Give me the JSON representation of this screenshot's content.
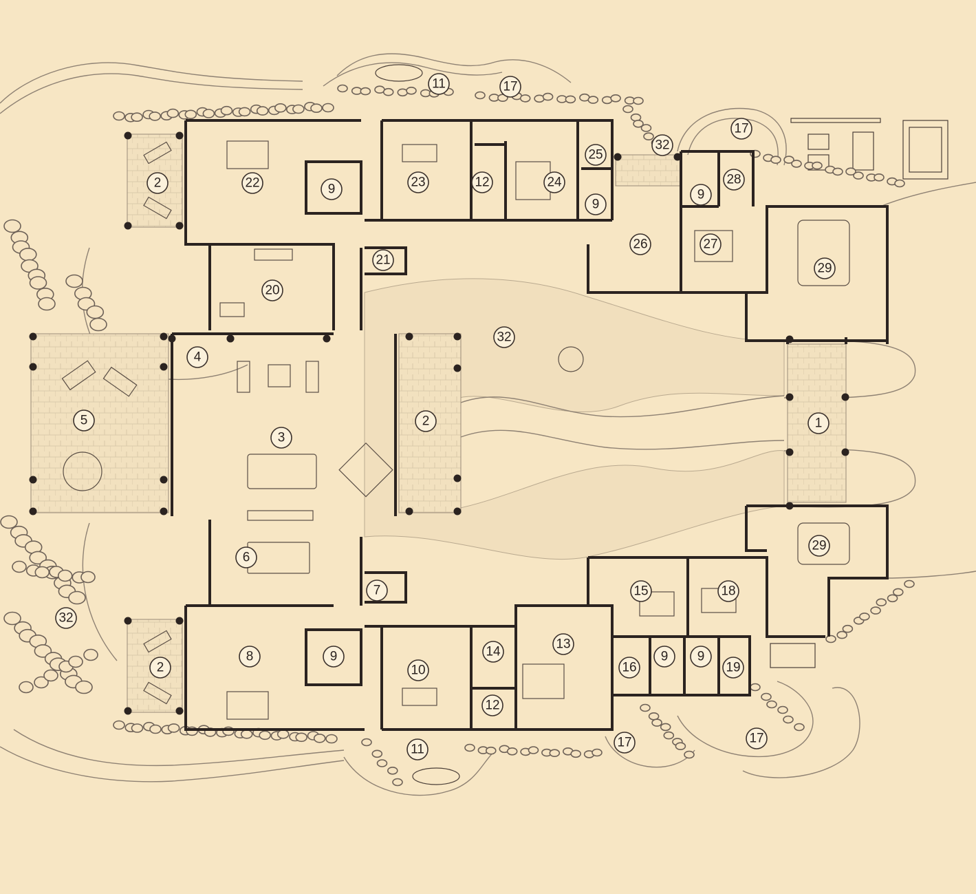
{
  "legend": "",
  "colors": {
    "paper": "#f7e6c4",
    "wall": "#2b2320",
    "line": "#8e8173"
  },
  "labels": {
    "l1": "1",
    "l2a": "2",
    "l2b": "2",
    "l2c": "2",
    "l3": "3",
    "l4": "4",
    "l5": "5",
    "l6": "6",
    "l7": "7",
    "l8": "8",
    "l9a": "9",
    "l9b": "9",
    "l9c": "9",
    "l9d": "9",
    "l9e": "9",
    "l9f": "9",
    "l10": "10",
    "l11a": "11",
    "l11b": "11",
    "l12a": "12",
    "l12b": "12",
    "l13": "13",
    "l14": "14",
    "l15": "15",
    "l16": "16",
    "l17a": "17",
    "l17b": "17",
    "l17c": "17",
    "l17d": "17",
    "l18": "18",
    "l19": "19",
    "l20": "20",
    "l21": "21",
    "l22": "22",
    "l23": "23",
    "l24": "24",
    "l25": "25",
    "l26": "26",
    "l27": "27",
    "l28": "28",
    "l29a": "29",
    "l29b": "29",
    "l32a": "32",
    "l32b": "32",
    "l32c": "32"
  }
}
